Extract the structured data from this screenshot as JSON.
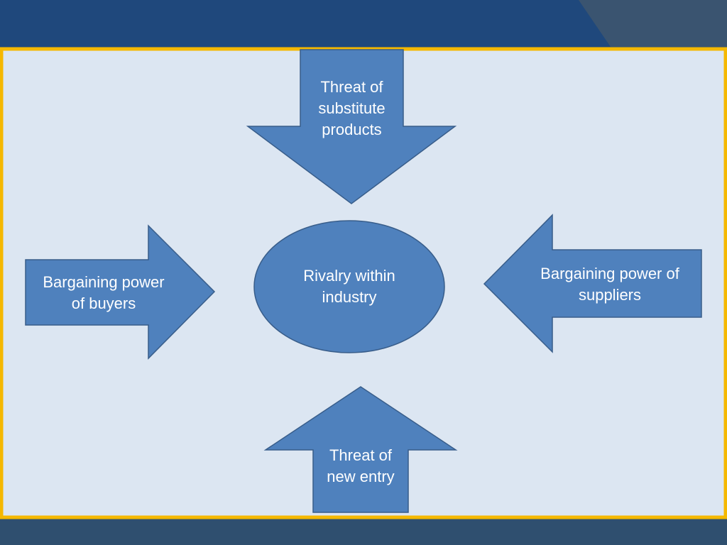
{
  "diagram": {
    "center": {
      "label": "Rivalry within\nindustry"
    },
    "forces": {
      "top": {
        "label": "Threat of\nsubstitute\nproducts"
      },
      "left": {
        "label": "Bargaining power\nof buyers"
      },
      "right": {
        "label": "Bargaining power of\nsuppliers"
      },
      "bottom": {
        "label": "Threat of\nnew entry"
      }
    }
  },
  "colors": {
    "header_band": "#1f487c",
    "footer_band": "#2f4f6f",
    "frame_border": "#f5b800",
    "canvas_bg": "#dce6f2",
    "shape_fill": "#4f81bd",
    "shape_stroke": "#385d8a",
    "text": "#ffffff"
  }
}
